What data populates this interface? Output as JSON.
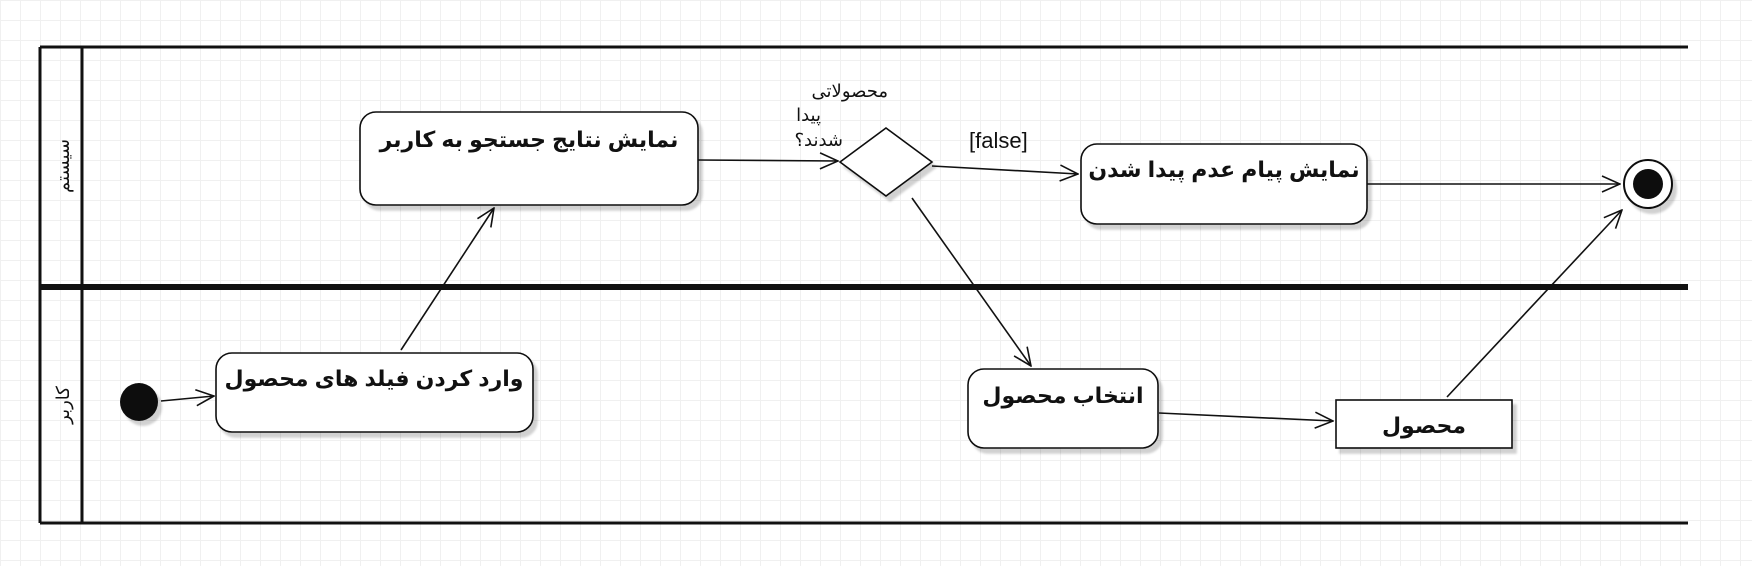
{
  "lanes": [
    {
      "label": "سیستم"
    },
    {
      "label": "کاربر"
    }
  ],
  "actions": {
    "enter_fields": "وارد کردن فیلد های محصول",
    "show_results": "نمایش نتایج جستجو به کاربر",
    "show_not_found": "نمایش پیام عدم پیدا شدن",
    "select_product": "انتخاب محصول"
  },
  "object_node": {
    "label": "محصول"
  },
  "decision": {
    "question_lines": [
      "محصولاتی",
      "پیدا",
      "شدند؟"
    ],
    "false_guard": "[false]"
  }
}
